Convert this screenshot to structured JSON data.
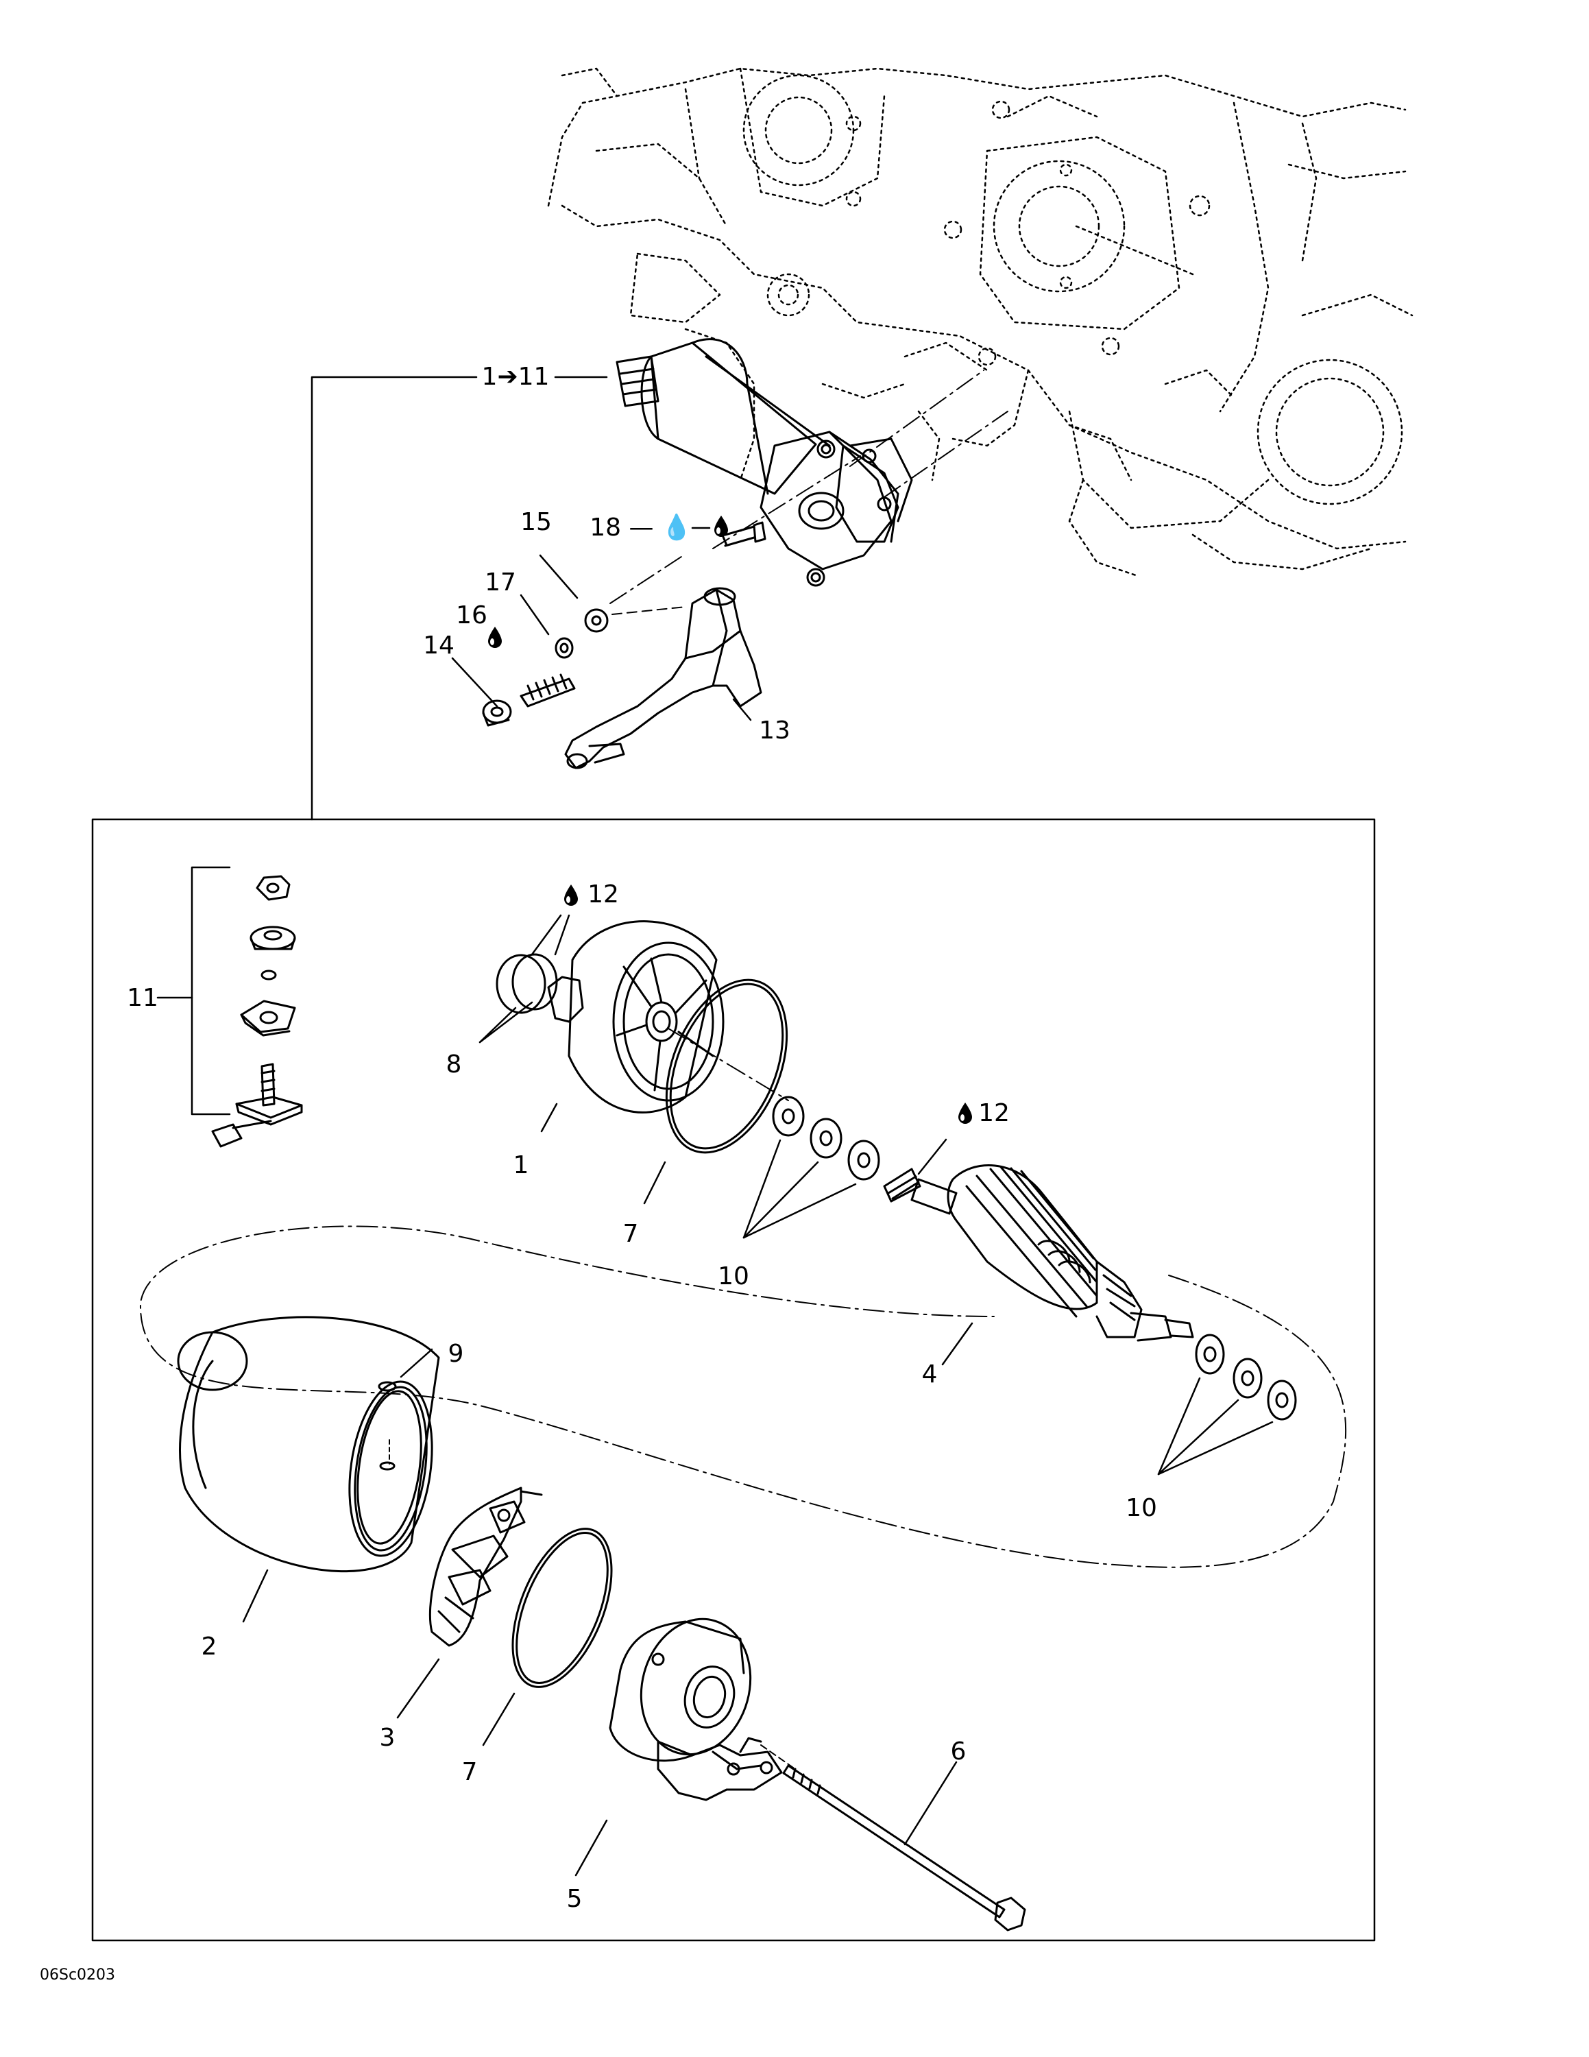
{
  "diagram": {
    "callouts": [
      {
        "id": "c-1-11",
        "text": "1➔11"
      },
      {
        "id": "c-18",
        "text": "18 — 💧"
      },
      {
        "id": "c-15",
        "text": "15"
      },
      {
        "id": "c-17",
        "text": "17"
      },
      {
        "id": "c-16",
        "text": "16"
      },
      {
        "id": "c-14",
        "text": "14"
      },
      {
        "id": "c-13",
        "text": "13"
      },
      {
        "id": "c-12a",
        "text": "12"
      },
      {
        "id": "c-11",
        "text": "11"
      },
      {
        "id": "c-8",
        "text": "8"
      },
      {
        "id": "c-1",
        "text": "1"
      },
      {
        "id": "c-7a",
        "text": "7"
      },
      {
        "id": "c-12b",
        "text": "12"
      },
      {
        "id": "c-10a",
        "text": "10"
      },
      {
        "id": "c-9",
        "text": "9"
      },
      {
        "id": "c-4",
        "text": "4"
      },
      {
        "id": "c-10b",
        "text": "10"
      },
      {
        "id": "c-2",
        "text": "2"
      },
      {
        "id": "c-3",
        "text": "3"
      },
      {
        "id": "c-7b",
        "text": "7"
      },
      {
        "id": "c-6",
        "text": "6"
      },
      {
        "id": "c-5",
        "text": "5"
      }
    ],
    "figure_code": "06Sc0203"
  }
}
